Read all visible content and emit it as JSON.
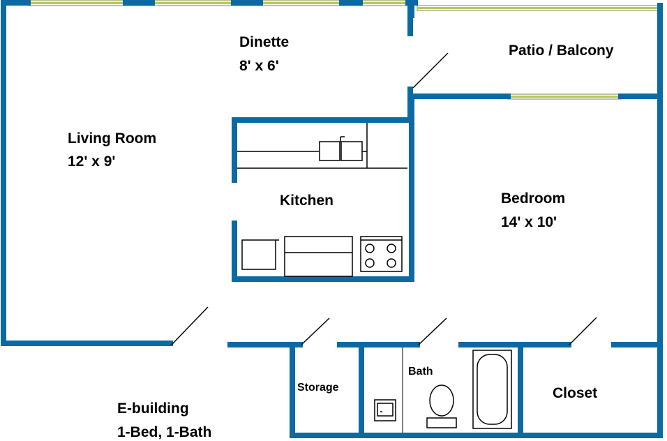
{
  "colors": {
    "wall": "#0b69a3",
    "window_green": "#b5c95b",
    "ink": "#000000",
    "background": "#ffffff"
  },
  "rooms": {
    "dinette": {
      "name": "Dinette",
      "size": "8' x 6'"
    },
    "patio": {
      "name": "Patio / Balcony"
    },
    "living_room": {
      "name": "Living Room",
      "size": "12' x 9'"
    },
    "kitchen": {
      "name": "Kitchen"
    },
    "bedroom": {
      "name": "Bedroom",
      "size": "14' x 10'"
    },
    "storage": {
      "name": "Storage"
    },
    "bath": {
      "name": "Bath"
    },
    "closet": {
      "name": "Closet"
    }
  },
  "building": {
    "name": "E-building",
    "unit_type": "1-Bed, 1-Bath"
  },
  "icons": [
    "sink-icon",
    "stove-icon",
    "toilet-icon",
    "bathtub-icon",
    "door-swing-icon",
    "window-icon"
  ]
}
